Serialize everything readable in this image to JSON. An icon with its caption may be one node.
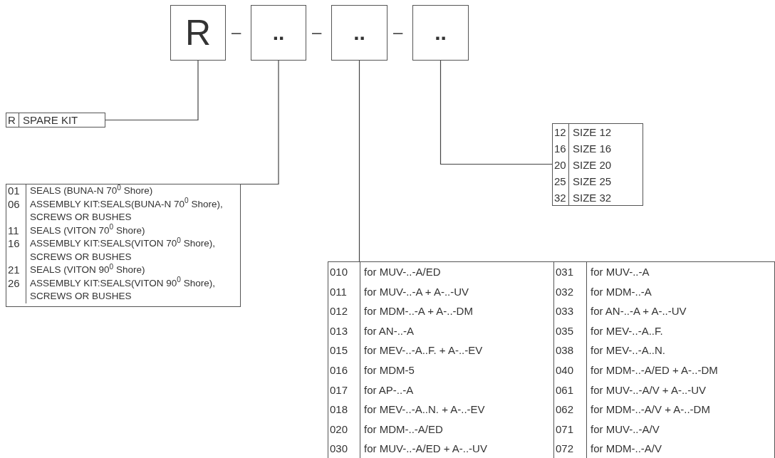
{
  "diagram": {
    "nodes": [
      {
        "text": [
          "R"
        ]
      },
      {
        "text": [
          ".."
        ]
      },
      {
        "text": [
          ".."
        ]
      },
      {
        "text": [
          ".."
        ]
      },
      {
        "text": [
          "R",
          "SPARE KIT"
        ]
      },
      {
        "text": [
          "01",
          "SEALS (BUNA-N 70$^{0}$ Shore)",
          "06",
          "ASSEMBLY KIT:SEALS(BUNA-N 70$^{0}$ Shore), SCREWS OR BUSHES",
          "11",
          "SEALS (VITON 70$^{0}$ Shore)",
          "16",
          "ASSEMBLY KIT:SEALS(VITON 70$^{0}$ Shore), SCREWS OR BUSHES",
          "21",
          "SEALS (VITON 90$^{0}$ Shore)",
          "26",
          "ASSEMBLY KIT:SEALS(VITON 90$^{0}$  Shore), SCREWS OR BUSHES"
        ]
      },
      {
        "text": [
          "12",
          "SIZE 12",
          "16",
          "SIZE 16",
          "20",
          "SIZE 20",
          "25",
          "SIZE 25",
          "32",
          "SIZE 32"
        ]
      },
      {
        "text": [
          "010",
          "for MUV-..-A/ED",
          "031",
          "for MUV-..-A",
          "011",
          "for MUV-..-A + A-..-UV",
          "032",
          "for MDM-..-A",
          "012",
          "for MDM-..-A + A-..-DM",
          "033",
          "for AN-..-A + A-..-UV",
          "013",
          "for AN-..-A",
          "035",
          "for MEV-..-A..F.",
          "015",
          "for MEV-..-A..F. + A-..-EV",
          "038",
          "for MEV-..-A..N.",
          "016",
          "for MDM-5",
          "040",
          "for MDM-..-A/ED + A-..-DM",
          "017",
          "for AP-..-A",
          "061",
          "for MUV-..-A/V + A-..-UV",
          "018",
          "for MEV-..-A..N. + A-..-EV",
          "062",
          "for MDM-..-A/V + A-..-DM",
          "020",
          "for MDM-..-A/ED",
          "071",
          "for MUV-..-A/V",
          "030",
          "for MUV-..-A/ED + A-..-UV",
          "072",
          "for MDM-..-A/V"
        ]
      }
    ],
    "edges": [
      {
        "from": 0,
        "to": 4,
        "arrow": "none"
      },
      {
        "from": 1,
        "to": 5,
        "arrow": "none"
      },
      {
        "from": 2,
        "to": 7,
        "arrow": "none"
      },
      {
        "from": 3,
        "to": 6,
        "arrow": "none"
      }
    ],
    "labels": [
      "–",
      "–",
      "–"
    ]
  }
}
